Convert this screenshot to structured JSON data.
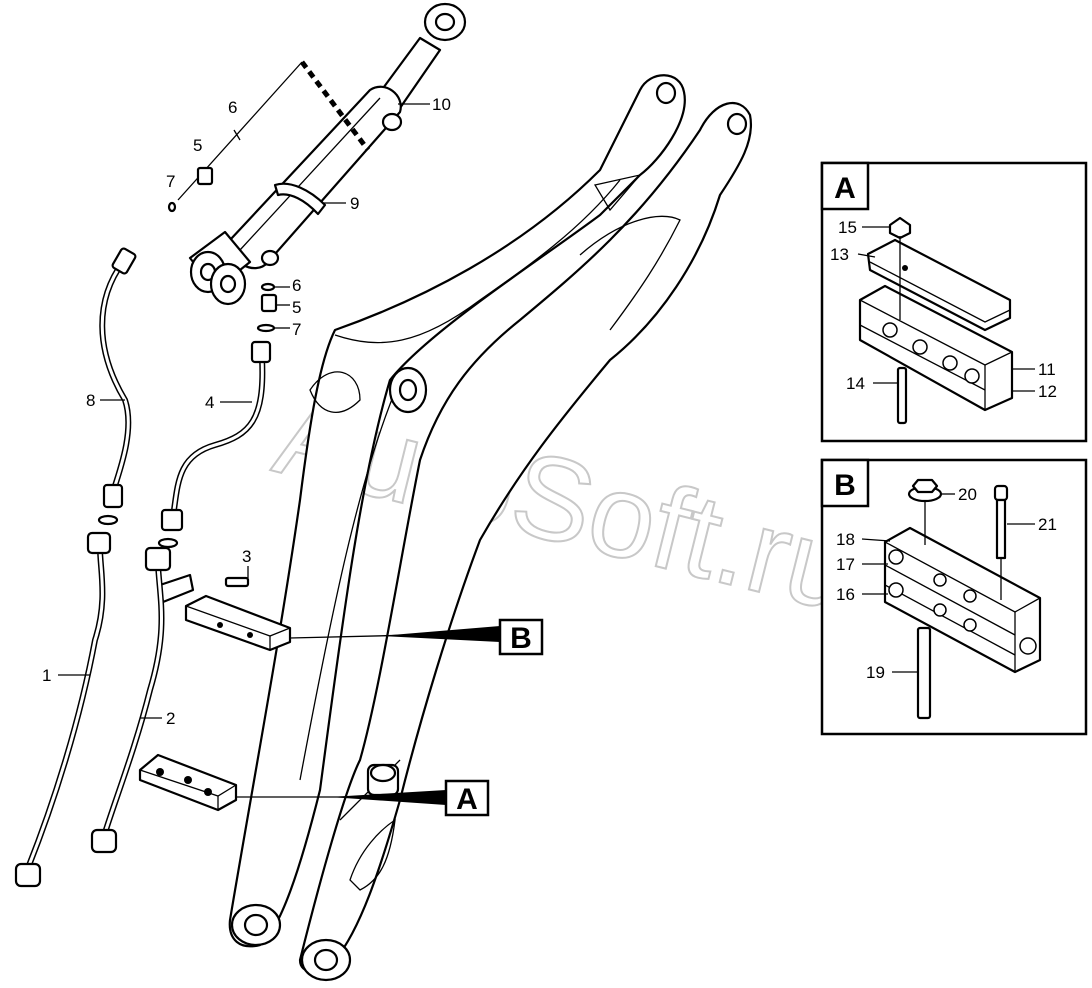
{
  "watermark": "AutoSoft.ru",
  "callouts": {
    "c1": "1",
    "c2": "2",
    "c3": "3",
    "c4": "4",
    "c5a": "5",
    "c5b": "5",
    "c6a": "6",
    "c6b": "6",
    "c7a": "7",
    "c7b": "7",
    "c8": "8",
    "c9": "9",
    "c10": "10"
  },
  "detail_a": {
    "title": "A",
    "labels": {
      "c11": "11",
      "c12": "12",
      "c13": "13",
      "c14": "14",
      "c15": "15"
    }
  },
  "detail_b": {
    "title": "B",
    "labels": {
      "c16": "16",
      "c17": "17",
      "c18": "18",
      "c19": "19",
      "c20": "20",
      "c21": "21"
    }
  },
  "refs": {
    "ref_a": "A",
    "ref_b": "B"
  }
}
